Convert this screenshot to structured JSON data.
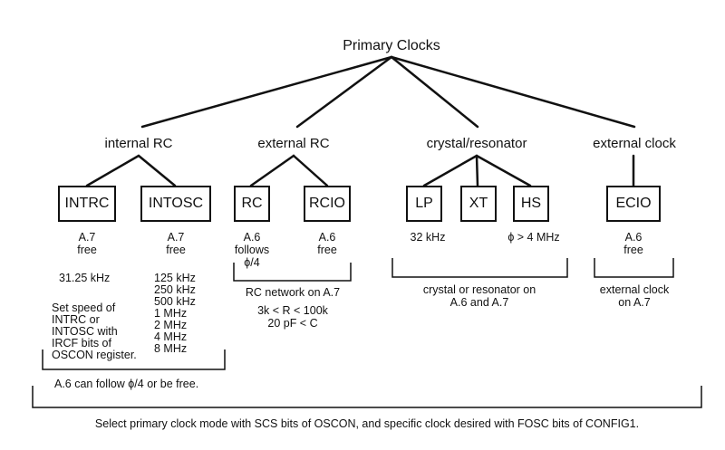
{
  "title": "Primary Clocks",
  "categories": {
    "internal_rc": "internal RC",
    "external_rc": "external RC",
    "crystal": "crystal/resonator",
    "external_clock": "external clock"
  },
  "boxes": {
    "intrc": "INTRC",
    "intosc": "INTOSC",
    "rc": "RC",
    "rcio": "RCIO",
    "lp": "LP",
    "xt": "XT",
    "hs": "HS",
    "ecio": "ECIO"
  },
  "notes": {
    "intrc": [
      "A.7",
      "free"
    ],
    "intosc": [
      "A.7",
      "free"
    ],
    "rc": [
      "A.6",
      "follows",
      "ϕ/4"
    ],
    "rcio": [
      "A.6",
      "free"
    ],
    "lp": "32 kHz",
    "hs": "ϕ > 4 MHz",
    "ecio": [
      "A.6",
      "free"
    ]
  },
  "intrc_freq": "31.25 kHz",
  "intosc_freqs": [
    "125 kHz",
    "250 kHz",
    "500 kHz",
    "1 MHz",
    "2 MHz",
    "4 MHz",
    "8 MHz"
  ],
  "set_speed_note": [
    "Set speed of",
    "INTRC or",
    "INTOSC with",
    "IRCF bits of",
    "OSCON register."
  ],
  "internal_note": "A.6 can follow ϕ/4 or be free.",
  "external_rc_note": [
    "RC network on A.7",
    "3k < R < 100k",
    "20 pF < C"
  ],
  "crystal_note": [
    "crystal or resonator on",
    "A.6 and A.7"
  ],
  "external_clock_note": [
    "external clock",
    "on A.7"
  ],
  "footer": "Select primary clock mode with SCS bits of OSCON, and specific clock desired with FOSC bits of CONFIG1."
}
